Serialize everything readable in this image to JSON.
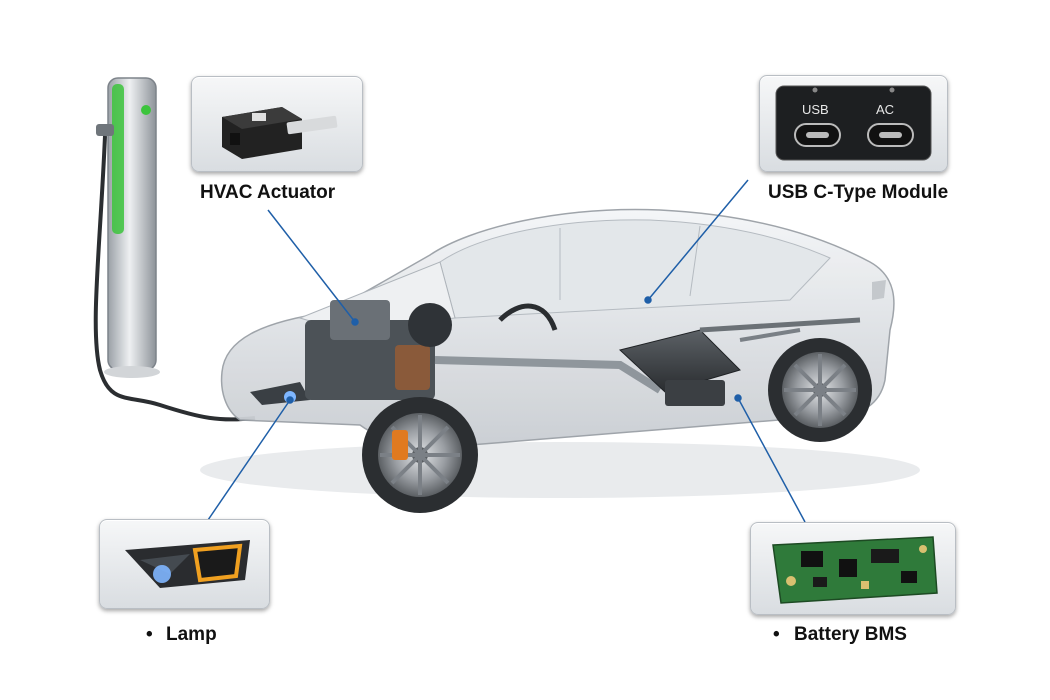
{
  "callouts": {
    "hvac": {
      "label": "HVAC Actuator"
    },
    "usb": {
      "label": "USB C-Type Module",
      "port_left": "USB",
      "port_right": "AC"
    },
    "lamp": {
      "label": "Lamp",
      "bullet": "•"
    },
    "bms": {
      "label": "Battery BMS",
      "bullet": "•"
    }
  },
  "colors": {
    "leader_line": "#1f5fa8",
    "charger_accent": "#3cc43c",
    "lamp_glow": "#f0a020",
    "pcb_green": "#2f7a3a"
  }
}
